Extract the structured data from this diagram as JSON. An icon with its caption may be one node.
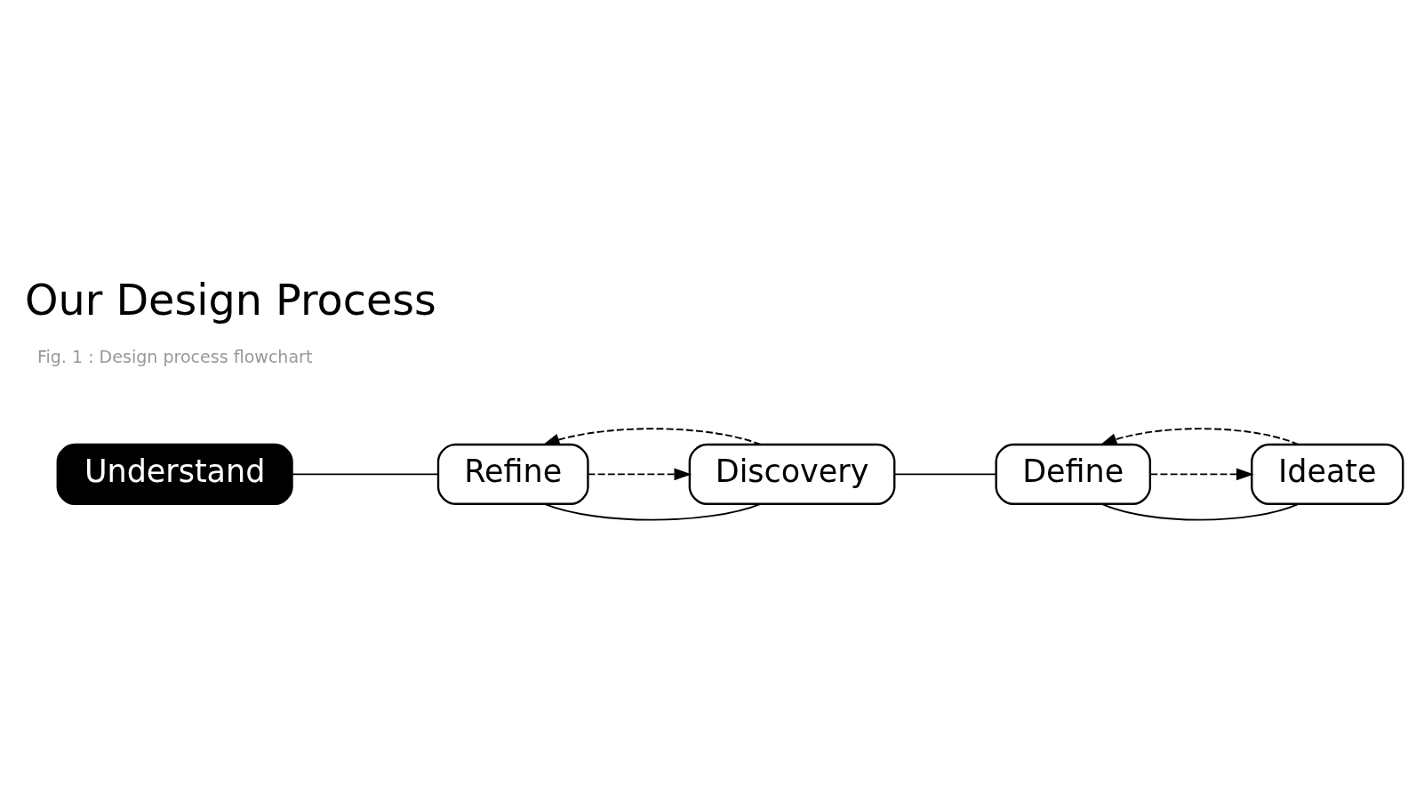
{
  "diagram": {
    "title": "Our Design Process",
    "caption": "Fig. 1 : Design process flowchart",
    "nodes": [
      {
        "text": [
          "Understand"
        ]
      },
      {
        "text": [
          "Refine"
        ]
      },
      {
        "text": [
          "Discovery"
        ]
      },
      {
        "text": [
          "Define"
        ]
      },
      {
        "text": [
          "Ideate"
        ]
      }
    ],
    "edges": [
      {
        "from": 0,
        "to": 1,
        "arrow": "none"
      },
      {
        "from": 1,
        "to": 2,
        "arrow": "none"
      },
      {
        "from": 2,
        "to": 3,
        "arrow": "none"
      },
      {
        "from": 3,
        "to": 4,
        "arrow": "none"
      },
      {
        "from": 1,
        "to": 2,
        "arrow": "to",
        "style": "dashed"
      },
      {
        "from": 2,
        "to": 1,
        "arrow": "to",
        "style": "dashed"
      },
      {
        "from": 3,
        "to": 4,
        "arrow": "to",
        "style": "dashed"
      },
      {
        "from": 4,
        "to": 3,
        "arrow": "to",
        "style": "dashed"
      }
    ]
  }
}
